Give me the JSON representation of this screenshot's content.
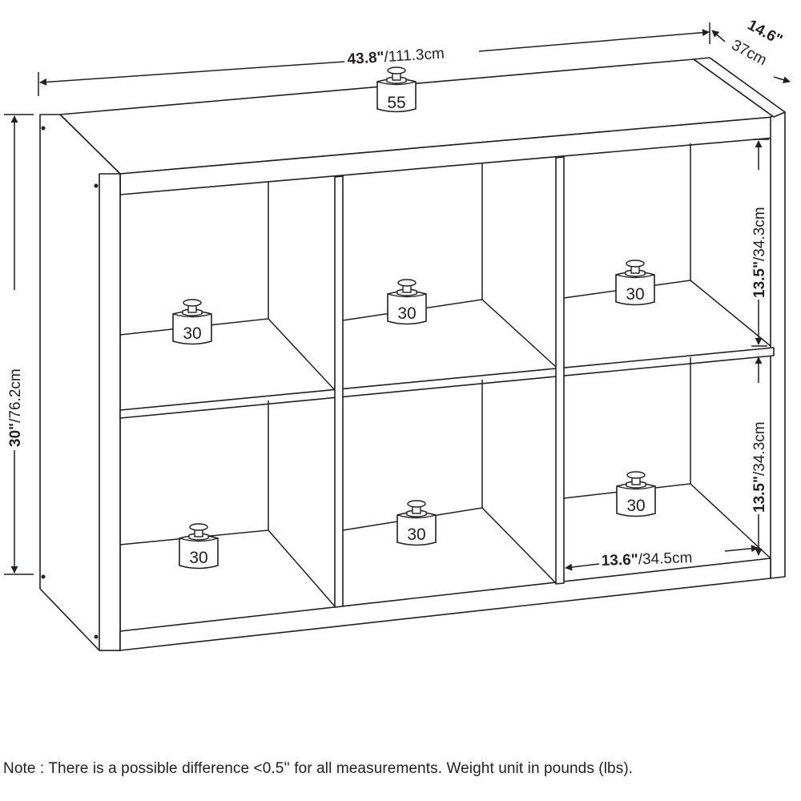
{
  "dimensions": {
    "width": {
      "imperial": "43.8\"",
      "metric": "/111.3cm"
    },
    "depth": {
      "imperial": "14.6\"",
      "metric": "37cm"
    },
    "height": {
      "imperial": "30\"",
      "metric": "/76.2cm"
    },
    "upper_cube_height": {
      "imperial": "13.5\"",
      "metric": "/34.3cm"
    },
    "lower_cube_height": {
      "imperial": "13.5\"",
      "metric": "/34.3cm"
    },
    "cube_width": {
      "imperial": "13.6\"",
      "metric": "/34.5cm"
    }
  },
  "weights": {
    "top": "55",
    "cube_top_left": "30",
    "cube_top_middle": "30",
    "cube_top_right": "30",
    "cube_bottom_left": "30",
    "cube_bottom_middle": "30",
    "cube_bottom_right": "30"
  },
  "note": "Note : There is a possible difference <0.5'' for all measurements. Weight unit in pounds (lbs)."
}
